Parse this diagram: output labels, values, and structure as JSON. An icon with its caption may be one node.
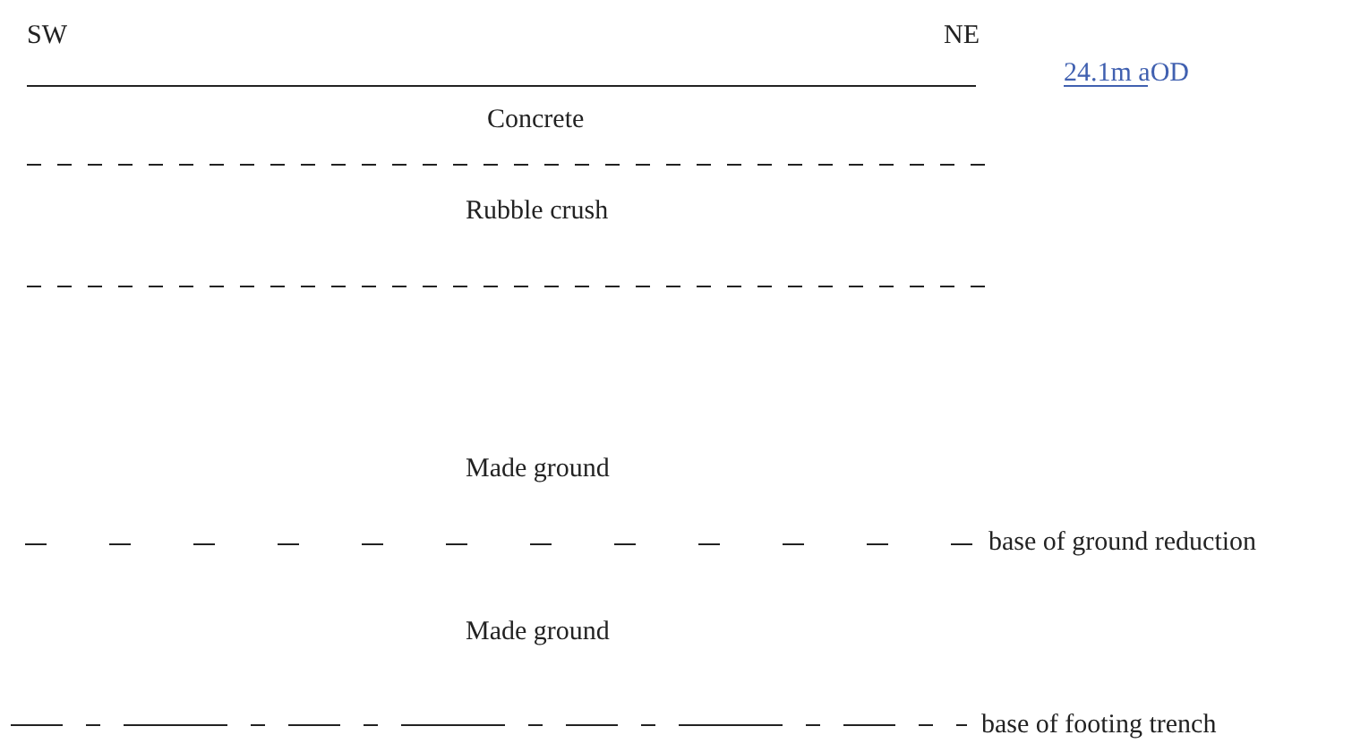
{
  "diagram": {
    "labels": [
      "SW",
      "NE",
      "24.1m aOD",
      "Concrete",
      "Rubble crush",
      "Made ground",
      "base of ground reduction",
      "Made ground",
      "base of footing trench"
    ]
  }
}
